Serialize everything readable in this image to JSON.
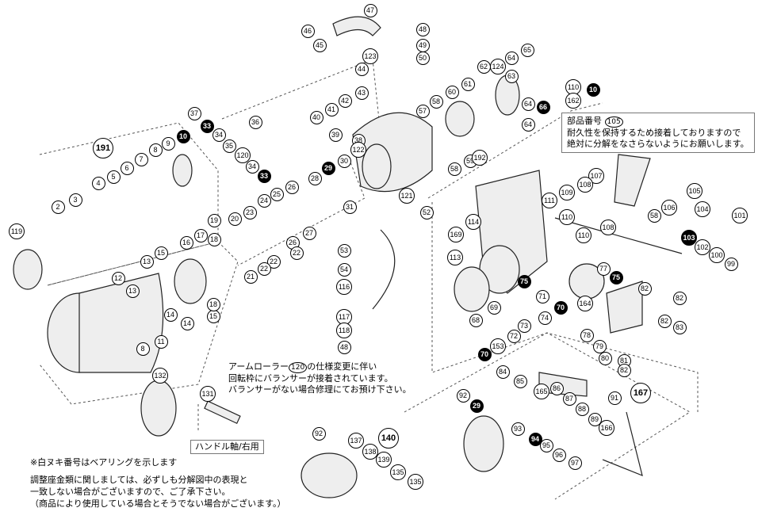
{
  "notes": {
    "glue_title": "部品番号",
    "glue_part": "105",
    "glue_line1": "耐久性を保持するため接着しておりますので",
    "glue_line2": "絶対に分解をなさらないようにお願いします。",
    "arm_pre": "アームローラー",
    "arm_part": "120",
    "arm_post": "の仕様変更に伴い",
    "arm_line2": "回転枠にバランサーが接着されています。",
    "arm_line3": "バランサーがない場合修理にてお預け下さい。",
    "handle_shaft": "ハンドル軸/右用",
    "bearing_note": "※白ヌキ番号はベアリングを示します",
    "shim_line1": "調整座金類に関しましては、必ずしも分解図中の表現と",
    "shim_line2": "一致しない場合がございますので、ご了承下さい。",
    "shim_line3": "（商品により使用している場合とそうでない場合がございます。）"
  },
  "callouts": [
    "47",
    "46",
    "45",
    "48",
    "49",
    "123",
    "50",
    "44",
    "43",
    "42",
    "41",
    "40",
    "39",
    "38",
    "122",
    "30",
    "29",
    "28",
    "31",
    "121",
    "52",
    "53",
    "54",
    "116",
    "117",
    "118",
    "48",
    "37",
    "33",
    "34",
    "35",
    "36",
    "120",
    "34",
    "33",
    "57",
    "58",
    "60",
    "61",
    "62",
    "124",
    "63",
    "64",
    "65",
    "64",
    "66",
    "110",
    "162",
    "10",
    "64",
    "59",
    "58",
    "191",
    "10",
    "9",
    "8",
    "7",
    "6",
    "5",
    "4",
    "3",
    "2",
    "119",
    "26",
    "25",
    "24",
    "23",
    "20",
    "19",
    "18",
    "17",
    "16",
    "15",
    "13",
    "12",
    "26",
    "27",
    "22",
    "22",
    "22",
    "21",
    "14",
    "15",
    "18",
    "14",
    "13",
    "11",
    "8",
    "132",
    "131",
    "92",
    "137",
    "138",
    "139",
    "140",
    "135",
    "135",
    "192",
    "105",
    "107",
    "108",
    "109",
    "111",
    "106",
    "58",
    "104",
    "101",
    "103",
    "102",
    "100",
    "99",
    "169",
    "114",
    "110",
    "108",
    "110",
    "113",
    "75",
    "75",
    "77",
    "82",
    "82",
    "69",
    "164",
    "70",
    "71",
    "74",
    "68",
    "73",
    "72",
    "153",
    "70",
    "82",
    "83",
    "78",
    "79",
    "80",
    "81",
    "82",
    "84",
    "85",
    "165",
    "86",
    "87",
    "88",
    "89",
    "91",
    "167",
    "166",
    "92",
    "29",
    "93",
    "94",
    "95",
    "96",
    "97"
  ],
  "filled": [
    "10",
    "33",
    "29",
    "66",
    "75",
    "70",
    "94",
    "103"
  ]
}
